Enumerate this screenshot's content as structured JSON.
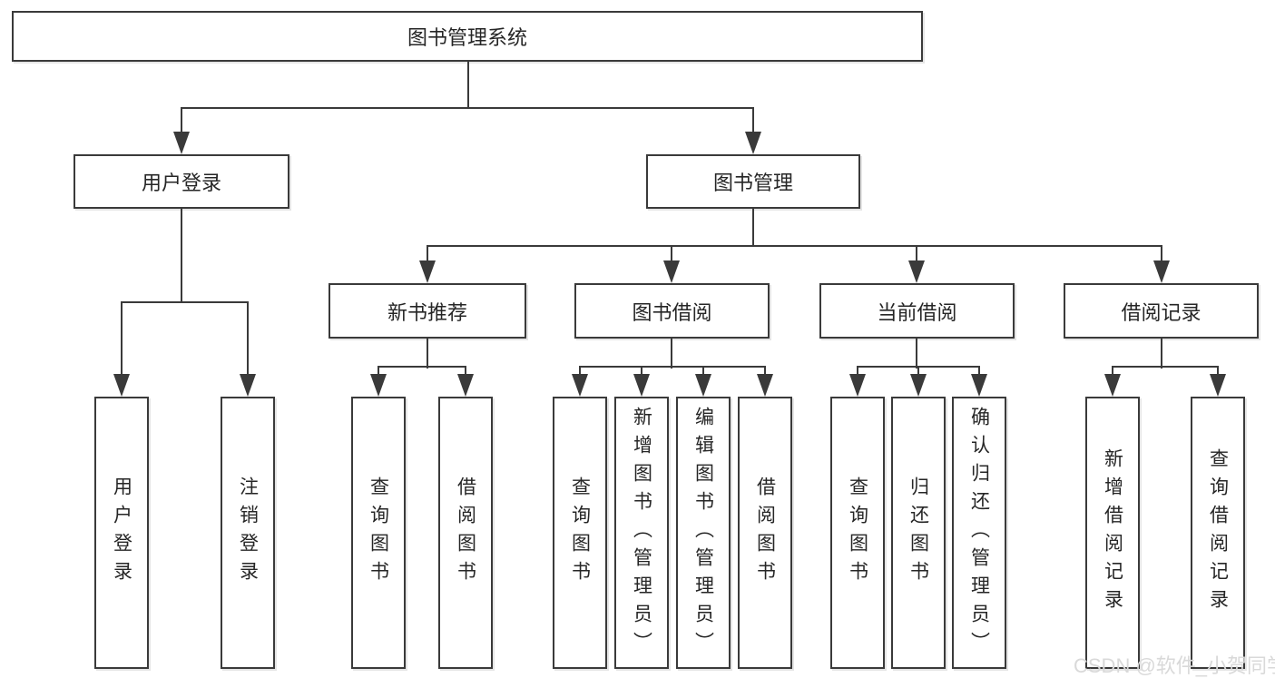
{
  "diagram": {
    "root": {
      "label": "图书管理系统"
    },
    "branches": [
      {
        "label": "用户登录",
        "children": [
          {
            "label": "用户登录"
          },
          {
            "label": "注销登录"
          }
        ]
      },
      {
        "label": "图书管理",
        "groups": [
          {
            "label": "新书推荐",
            "children": [
              {
                "label": "查询图书"
              },
              {
                "label": "借阅图书"
              }
            ]
          },
          {
            "label": "图书借阅",
            "children": [
              {
                "label": "查询图书"
              },
              {
                "label": "新增图书（管理员）"
              },
              {
                "label": "编辑图书（管理员）"
              },
              {
                "label": "借阅图书"
              }
            ]
          },
          {
            "label": "当前借阅",
            "children": [
              {
                "label": "查询图书"
              },
              {
                "label": "归还图书"
              },
              {
                "label": "确认归还（管理员）"
              }
            ]
          },
          {
            "label": "借阅记录",
            "children": [
              {
                "label": "新增借阅记录"
              },
              {
                "label": "查询借阅记录"
              }
            ]
          }
        ]
      }
    ]
  },
  "watermark": {
    "text": "CSDN @软件_小贺同学"
  },
  "colors": {
    "line": "#3a3a3a",
    "text": "#262626",
    "background": "#ffffff",
    "watermark": "#d9d9d9"
  }
}
